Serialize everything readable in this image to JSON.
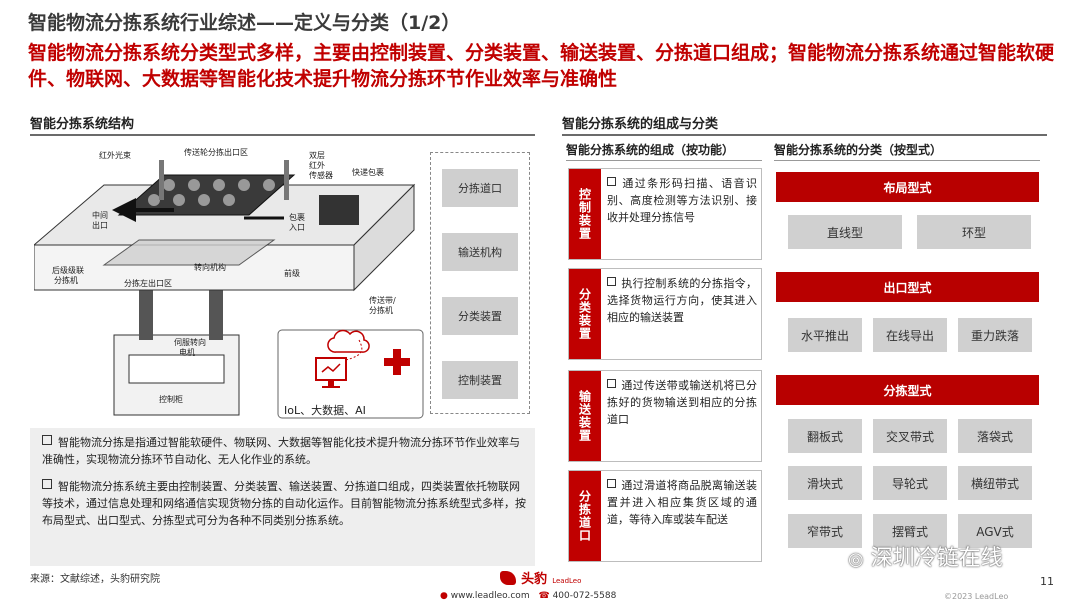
{
  "header": {
    "title": "智能物流分拣系统行业综述——定义与分类（1/2）",
    "subtitle": "智能物流分拣系统分类型式多样，主要由控制装置、分类装置、输送装置、分拣道口组成；智能物流分拣系统通过智能软硬件、物联网、大数据等智能化技术提升物流分拣环节作业效率与准确性"
  },
  "left": {
    "section_title": "智能分拣系统结构",
    "diagram_labels": {
      "ir_beam": "红外光束",
      "conveyor_wheel": "传送轮分拣出口区",
      "double_ir": "双层",
      "double_ir2": "红外",
      "double_ir3": "传感器",
      "express": "快递包裹",
      "mid_exit": "中间",
      "mid_exit2": "出口",
      "parcel_in": "包裹",
      "parcel_in2": "入口",
      "rear_sorter": "后级级联",
      "rear_sorter2": "分拣机",
      "left_exit": "分拣左出口区",
      "steering": "转向机构",
      "front": "前级",
      "belt": "传送带/",
      "belt2": "分拣机",
      "servo": "伺服转向",
      "servo2": "电机",
      "cabinet": "控制柜"
    },
    "tech_label": "IoL、大数据、AI",
    "components": [
      "分拣道口",
      "输送机构",
      "分类装置",
      "控制装置"
    ],
    "bullets": [
      "智能物流分拣是指通过智能软硬件、物联网、大数据等智能化技术提升物流分拣环节作业效率与准确性，实现物流分拣环节自动化、无人化作业的系统。",
      "智能物流分拣系统主要由控制装置、分类装置、输送装置、分拣道口组成，四类装置依托物联网等技术，通过信息处理和网络通信实现货物分拣的自动化运作。目前智能物流分拣系统型式多样，按布局型式、出口型式、分拣型式可分为各种不同类别分拣系统。"
    ],
    "source": "来源：文献综述，头豹研究院"
  },
  "right": {
    "section_title": "智能分拣系统的组成与分类",
    "func_title": "智能分拣系统的组成（按功能）",
    "type_title": "智能分拣系统的分类（按型式）",
    "functions": [
      {
        "tag": "控制装置",
        "text": "通过条形码扫描、语音识别、高度检测等方法识别、接收并处理分拣信号"
      },
      {
        "tag": "分类装置",
        "text": "执行控制系统的分拣指令，选择货物运行方向，使其进入相应的输送装置"
      },
      {
        "tag": "输送装置",
        "text": "通过传送带或输送机将已分拣好的货物输送到相应的分拣道口"
      },
      {
        "tag": "分拣道口",
        "text": "通过滑道将商品脱离输送装置并进入相应集货区域的通道，等待入库或装车配送"
      }
    ],
    "layout": {
      "title": "布局型式",
      "items": [
        "直线型",
        "环型"
      ]
    },
    "exit": {
      "title": "出口型式",
      "items": [
        "水平推出",
        "在线导出",
        "重力跌落"
      ]
    },
    "sort": {
      "title": "分拣型式",
      "items": [
        "翻板式",
        "交叉带式",
        "落袋式",
        "滑块式",
        "导轮式",
        "横纽带式",
        "窄带式",
        "摆臂式",
        "AGV式"
      ]
    }
  },
  "footer": {
    "logo_text": "头豹",
    "logo_sub": "LeadLeo",
    "website": "www.leadleo.com",
    "phone": "400-072-5588",
    "page_number": "11",
    "copyright": "©2023 LeadLeo",
    "watermark": "深圳冷链在线"
  },
  "colors": {
    "accent": "#c00000",
    "bar": "#b80000",
    "cell": "#d0d0d0"
  }
}
